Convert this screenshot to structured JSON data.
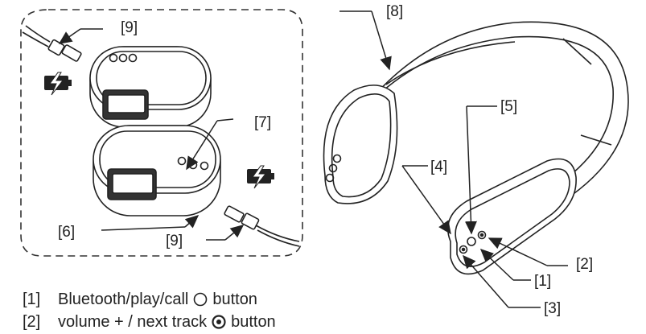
{
  "callouts": {
    "c1": "[1]",
    "c2": "[2]",
    "c3": "[3]",
    "c4": "[4]",
    "c5": "[5]",
    "c6": "[6]",
    "c7": "[7]",
    "c8": "[8]",
    "c9a": "[9]",
    "c9b": "[9]"
  },
  "legend": [
    {
      "number": "[1]",
      "text": "Bluetooth/play/call",
      "icon": "open-circle-icon",
      "suffix": "button"
    },
    {
      "number": "[2]",
      "text": "volume + / next track",
      "icon": "dotted-circle-icon",
      "suffix": "button"
    }
  ],
  "icons": [
    "usb-plug-icon",
    "battery-charging-icon"
  ]
}
